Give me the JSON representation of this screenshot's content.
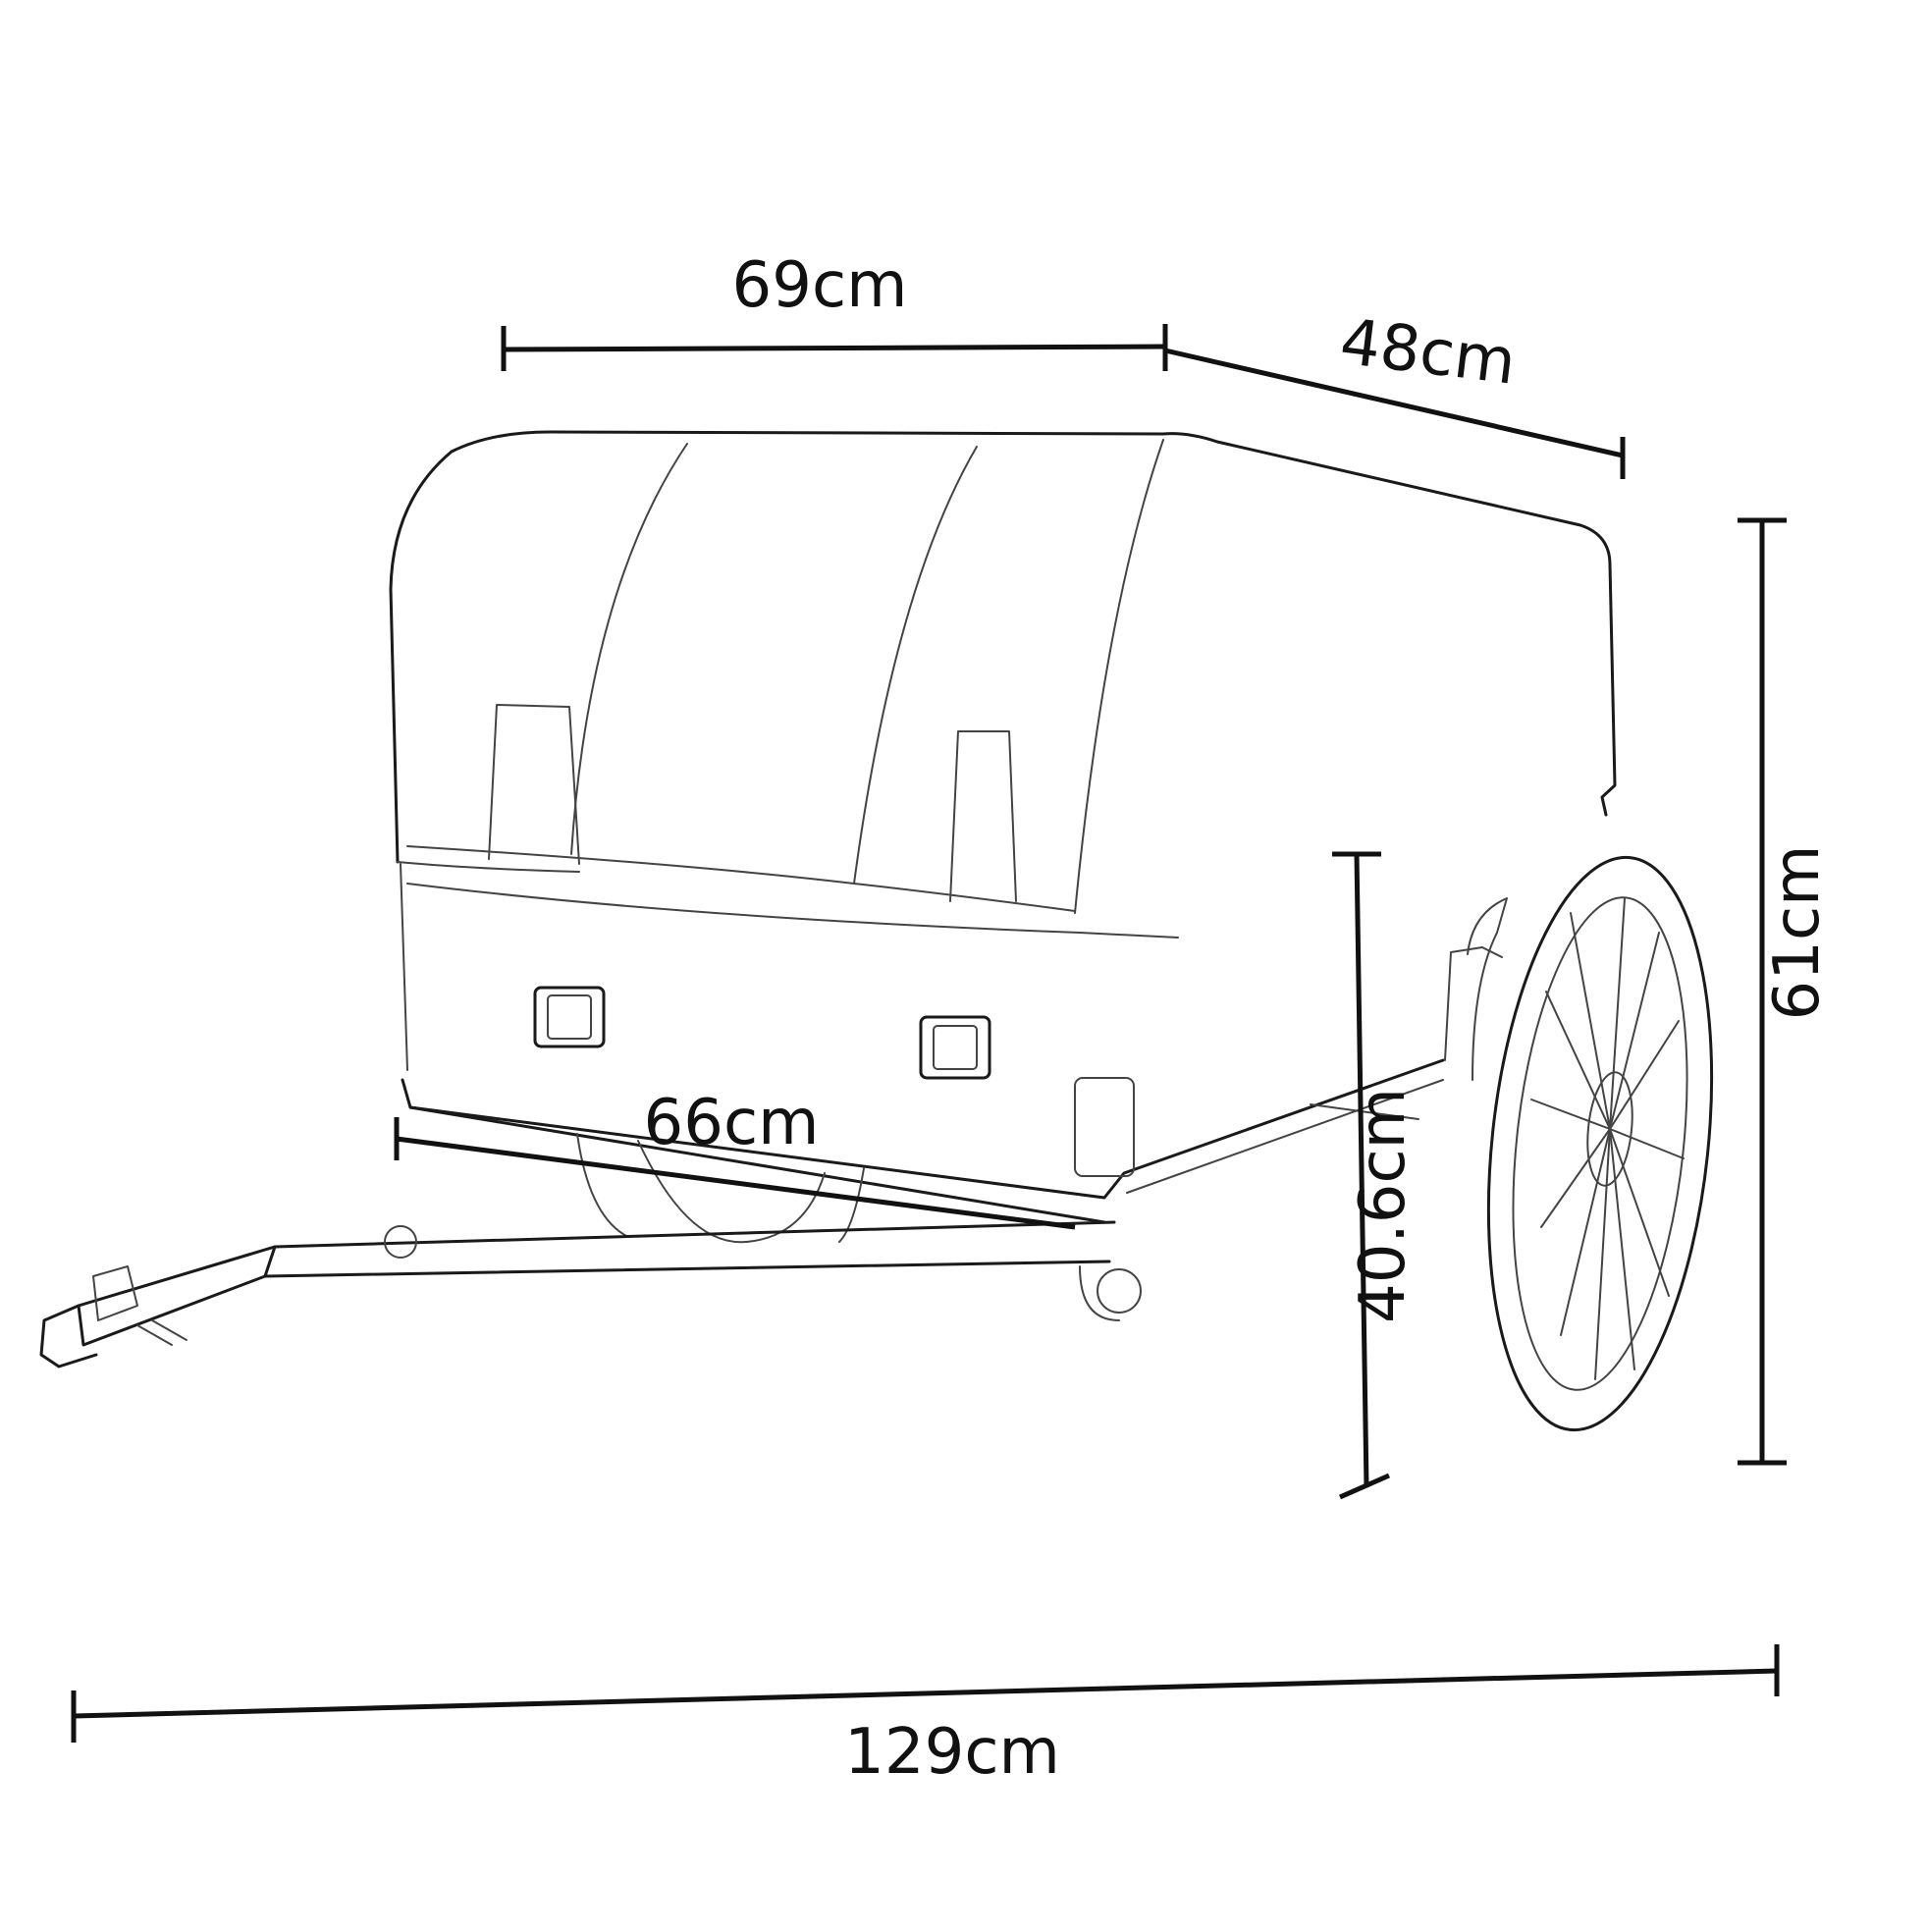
{
  "dimensions": {
    "box_length": "69cm",
    "box_width": "48cm",
    "overall_height": "61cm",
    "wheel_height": "40.6cm",
    "axle_width": "66cm",
    "overall_length": "129cm"
  },
  "colors": {
    "line": "#1a1a1a",
    "background": "#ffffff"
  }
}
